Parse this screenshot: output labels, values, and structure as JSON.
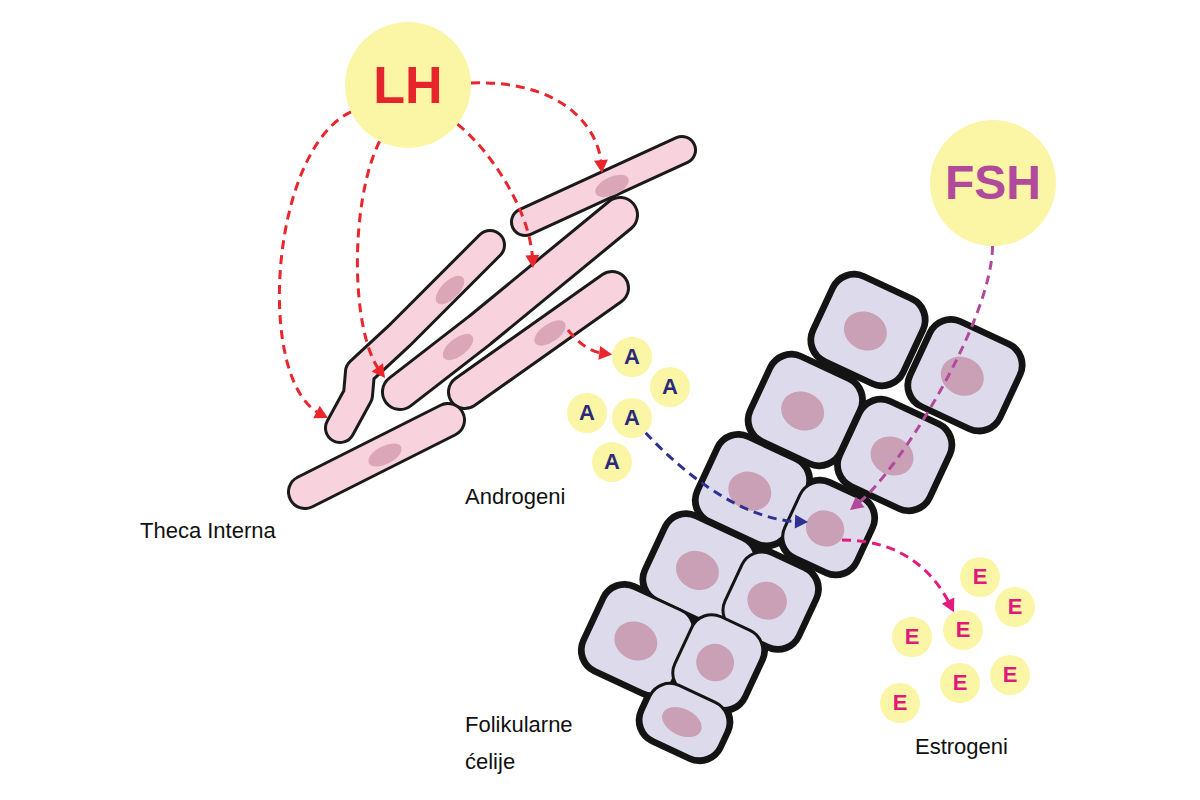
{
  "diagram": {
    "nodes": [
      {
        "text": [
          "LH"
        ]
      },
      {
        "text": [
          "FSH"
        ]
      },
      {
        "text": [
          "Theca Interna"
        ]
      },
      {
        "text": [
          "A"
        ]
      },
      {
        "text": [
          "A"
        ]
      },
      {
        "text": [
          "A"
        ]
      },
      {
        "text": [
          "A"
        ]
      },
      {
        "text": [
          "A"
        ]
      },
      {
        "text": [
          "Folikularne ćelije"
        ]
      },
      {
        "text": [
          "E"
        ]
      },
      {
        "text": [
          "E"
        ]
      },
      {
        "text": [
          "E"
        ]
      },
      {
        "text": [
          "E"
        ]
      },
      {
        "text": [
          "E"
        ]
      },
      {
        "text": [
          "E"
        ]
      },
      {
        "text": [
          "E"
        ]
      }
    ],
    "edges": [
      {
        "from": 0,
        "to": 2,
        "arrow": "to"
      },
      {
        "from": 0,
        "to": 2,
        "arrow": "to"
      },
      {
        "from": 0,
        "to": 2,
        "arrow": "to"
      },
      {
        "from": 0,
        "to": 2,
        "arrow": "to"
      },
      {
        "from": 2,
        "to": 3,
        "arrow": "to"
      },
      {
        "from": 6,
        "to": 8,
        "arrow": "to"
      },
      {
        "from": 1,
        "to": 8,
        "arrow": "to"
      },
      {
        "from": 8,
        "to": 11,
        "arrow": "to"
      }
    ],
    "labels": [
      "Androgeni",
      "Estrogeni"
    ]
  }
}
